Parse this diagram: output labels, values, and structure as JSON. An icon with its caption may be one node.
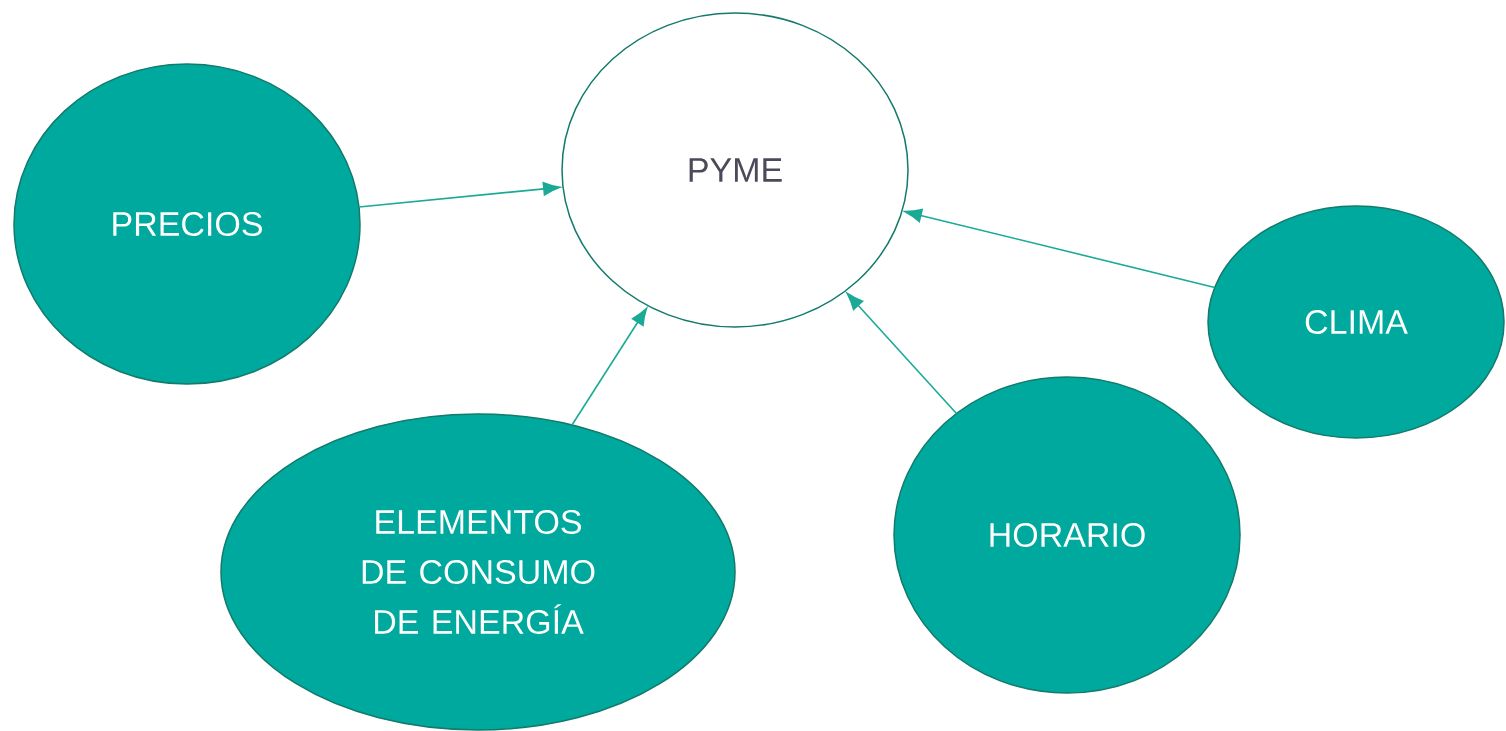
{
  "diagram": {
    "nodes": [
      {
        "text": [
          "PYME"
        ]
      },
      {
        "text": [
          "PRECIOS"
        ]
      },
      {
        "text": [
          "CLIMA"
        ]
      },
      {
        "text": [
          "ELEMENTOS DE CONSUMO DE ENERGÍA"
        ]
      },
      {
        "text": [
          "HORARIO"
        ]
      }
    ],
    "edges": [
      {
        "from": 1,
        "to": 0,
        "arrow": "to"
      },
      {
        "from": 2,
        "to": 0,
        "arrow": "to"
      },
      {
        "from": 3,
        "to": 0,
        "arrow": "to"
      },
      {
        "from": 4,
        "to": 0,
        "arrow": "to"
      }
    ]
  }
}
